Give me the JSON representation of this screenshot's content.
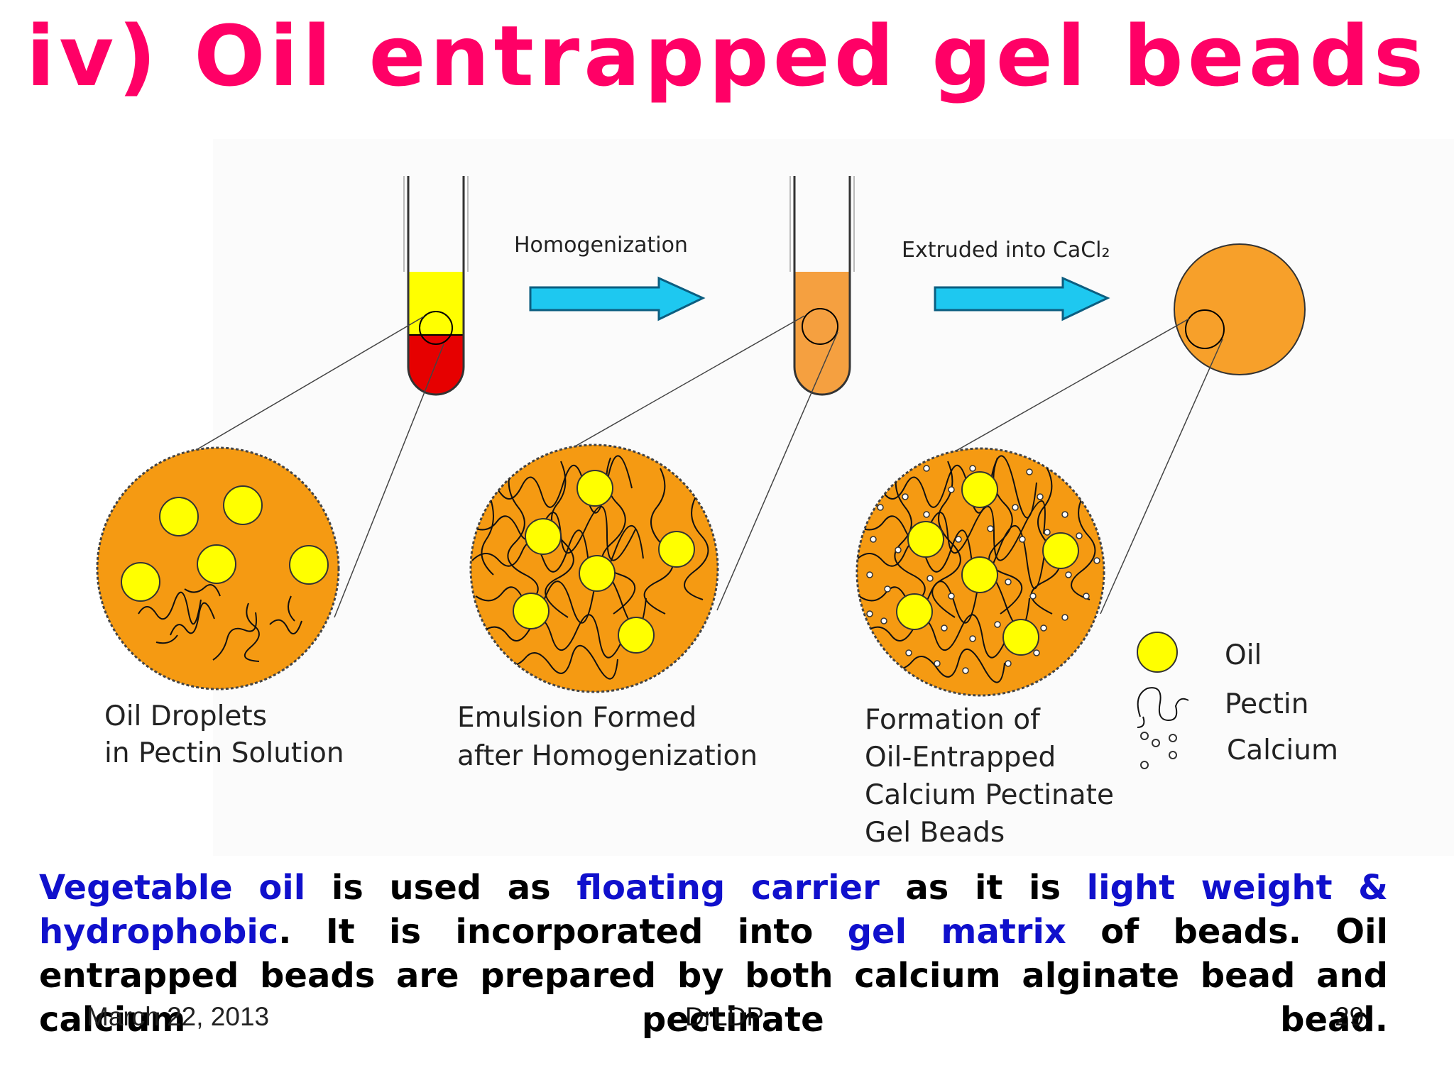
{
  "title": "iv) Oil entrapped gel beads",
  "steps": {
    "arrow1_label": "Homogenization",
    "arrow2_label": "Extruded into CaCl₂",
    "caption1": [
      "Oil Droplets",
      "in Pectin Solution"
    ],
    "caption2": [
      "Emulsion Formed",
      "after Homogenization"
    ],
    "caption3": [
      "Formation of",
      "Oil-Entrapped",
      "Calcium Pectinate",
      "Gel Beads"
    ]
  },
  "legend": {
    "oil": "Oil",
    "pectin": "Pectin",
    "calcium": "Calcium"
  },
  "colors": {
    "title": "#ff0066",
    "arrow": "#1ec8f0",
    "orange": "#f5a020",
    "oil_yellow": "#ffff00",
    "red": "#e60000",
    "highlight_text": "#1010cc"
  },
  "body": {
    "p1": "Vegetable oil",
    "p2": " is used as ",
    "p3": "floating carrier",
    "p4": " as it is ",
    "p5": "light weight & hydrophobic",
    "p6": ". It is incorporated into ",
    "p7": "gel matrix",
    "p8": " of beads. Oil entrapped beads are prepared by both calcium alginate bead and calcium pectinate bead."
  },
  "footer": {
    "date": "March 22, 2013",
    "author": "DrLDP",
    "page": "29"
  }
}
